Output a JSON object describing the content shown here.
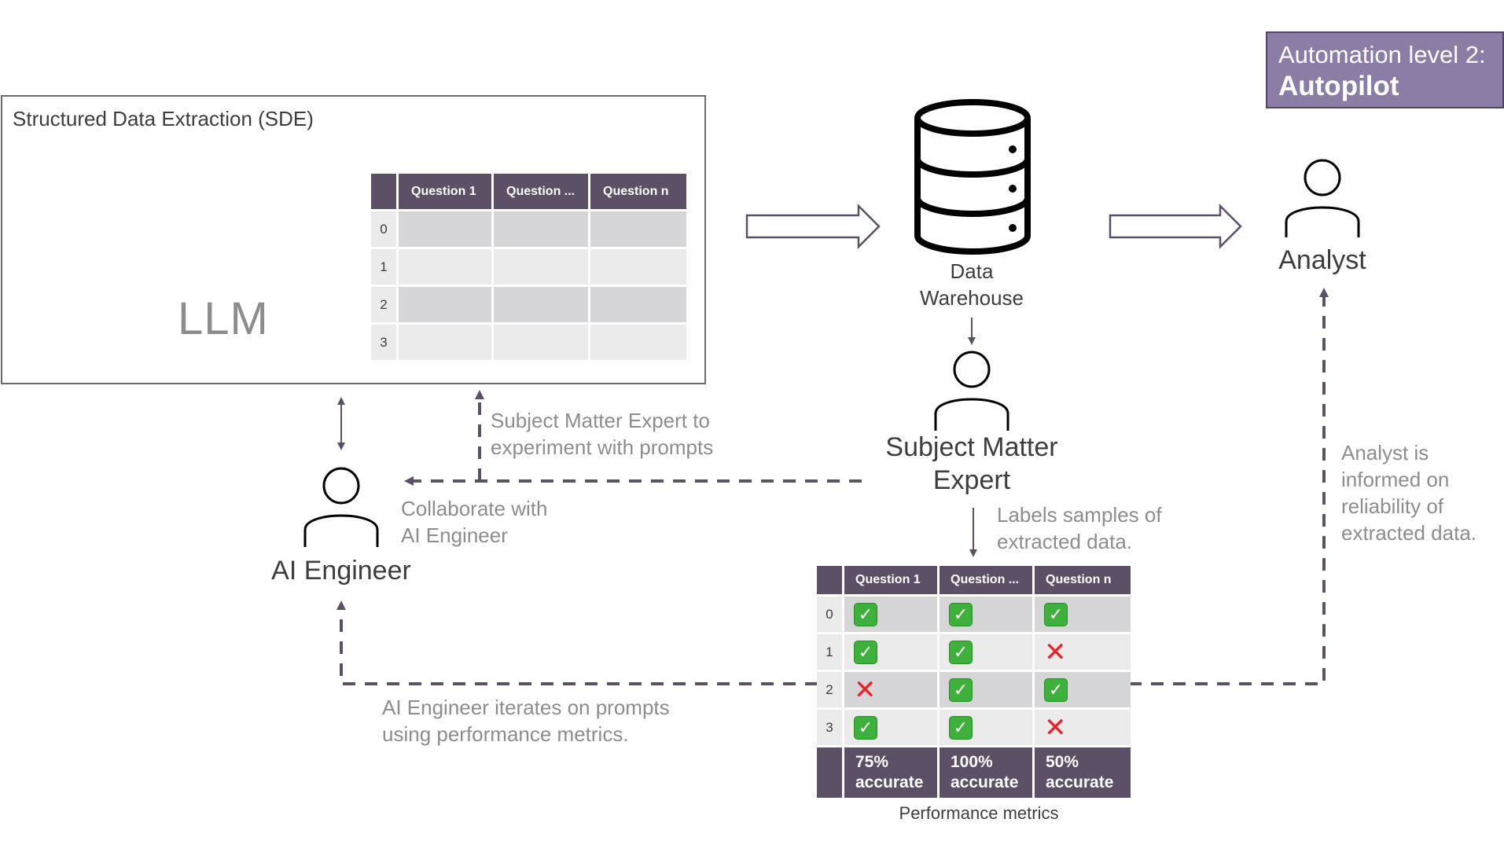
{
  "badge": {
    "line1": "Automation level 2:",
    "line2": "Autopilot"
  },
  "sde": {
    "title": "Structured Data Extraction (SDE)",
    "llm_label": "LLM",
    "table": {
      "headers": [
        "Question 1",
        "Question ...",
        "Question n"
      ],
      "rows": [
        "0",
        "1",
        "2",
        "3"
      ]
    }
  },
  "warehouse": {
    "line1": "Data",
    "line2": "Warehouse"
  },
  "analyst": {
    "label": "Analyst",
    "note": [
      "Analyst is",
      "informed on",
      "reliability of",
      "extracted data."
    ]
  },
  "sme": {
    "line1": "Subject Matter",
    "line2": "Expert",
    "experiment_note": [
      "Subject Matter Expert to",
      "experiment with prompts"
    ],
    "labels_note": [
      "Labels samples of",
      "extracted data."
    ]
  },
  "ai_engineer": {
    "label": "AI Engineer",
    "collaborate_note": [
      "Collaborate with",
      "AI Engineer"
    ],
    "iterate_note": [
      "AI Engineer iterates on prompts",
      "using performance metrics."
    ]
  },
  "metrics": {
    "caption": "Performance metrics",
    "headers": [
      "Question 1",
      "Question ...",
      "Question n"
    ],
    "rows": [
      {
        "index": "0",
        "results": [
          "check",
          "check",
          "check"
        ]
      },
      {
        "index": "1",
        "results": [
          "check",
          "check",
          "cross"
        ]
      },
      {
        "index": "2",
        "results": [
          "cross",
          "check",
          "check"
        ]
      },
      {
        "index": "3",
        "results": [
          "check",
          "check",
          "cross"
        ]
      }
    ],
    "accuracy": [
      {
        "value": "75%",
        "word": "accurate"
      },
      {
        "value": "100%",
        "word": "accurate"
      },
      {
        "value": "50%",
        "word": "accurate"
      }
    ]
  },
  "icons": {
    "document": "document-icon",
    "parrot": "parrot-icon",
    "database": "database-icon",
    "person": "person-icon",
    "check": "check-mark-icon",
    "cross": "cross-mark-icon"
  },
  "colors": {
    "accent": "#5b5065",
    "badge": "#8b7da6",
    "arrow": "#5b5065",
    "check": "#3eb03c",
    "cross": "#e4232b",
    "muted_text": "#8d8d8d"
  }
}
